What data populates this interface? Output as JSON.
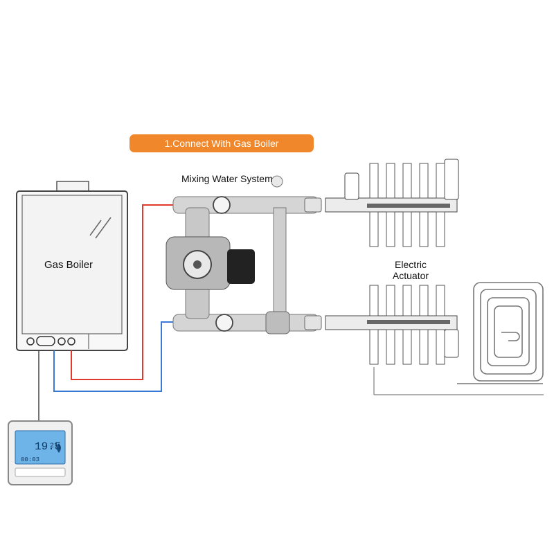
{
  "banner": {
    "text": "1.Connect With Gas Boiler",
    "color": "#f0872a"
  },
  "labels": {
    "mixing_system": "Mixing Water System",
    "gas_boiler": "Gas Boiler",
    "electric_actuator": "Electric\nActuator"
  },
  "thermostat": {
    "temperature": "19.5",
    "setpoint": "21",
    "time": "00:03"
  },
  "pipes": {
    "supply_color": "#e03a2f",
    "return_color": "#3a7ad6"
  },
  "icons": [
    "boiler-unit",
    "mixing-valve-pump",
    "manifold",
    "underfloor-heating-coil",
    "room-thermostat",
    "flame-icon"
  ]
}
